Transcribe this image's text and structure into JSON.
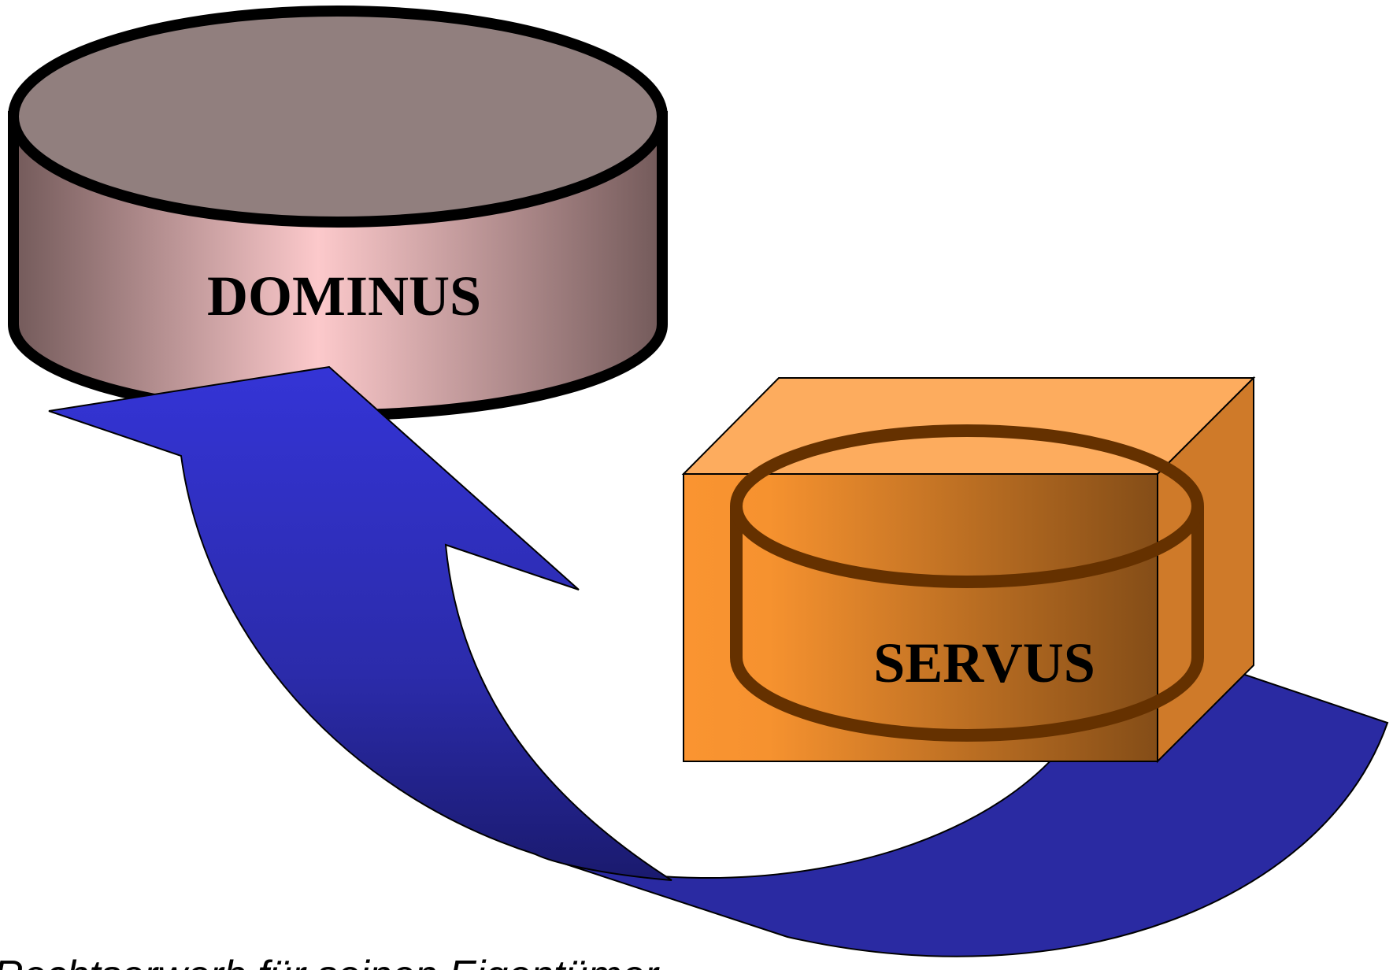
{
  "diagram": {
    "dominus_label": "DOMINUS",
    "servus_label": "SERVUS",
    "caption": "Rechtserwerb für seinen Eigentümer",
    "colors": {
      "dominus_top": "#917F7E",
      "dominus_side_edge": "#735A5A",
      "dominus_side_center": "#FCC9CB",
      "dominus_outline": "#000000",
      "arrow_fill_top": "#3434D6",
      "arrow_fill_bottom": "#1A1A6E",
      "arrow_back": "#2A2AA2",
      "box_top": "#FDAC5E",
      "box_front_left": "#FA9431",
      "box_front_right": "#844D17",
      "box_side": "#CF7A29",
      "servus_ring": "#653100"
    },
    "icons": [
      "dominus-cylinder-icon",
      "servus-cylinder-icon",
      "box-icon",
      "curved-arrow-icon"
    ]
  }
}
